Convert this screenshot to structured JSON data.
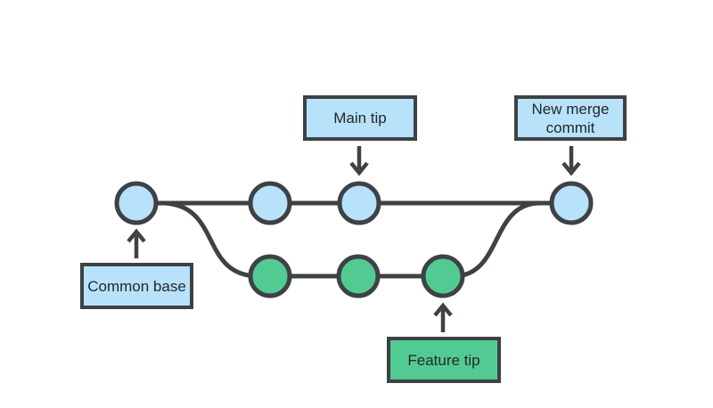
{
  "colors": {
    "background": "#ffffff",
    "line_stroke": "#3e4145",
    "text": "#24272b",
    "main_branch_fill": "#b7e2fa",
    "feature_branch_fill": "#52cb93"
  },
  "labels": {
    "main_tip": "Main tip",
    "new_merge_commit": "New merge commit",
    "common_base": "Common base",
    "feature_tip": "Feature tip"
  },
  "graph": {
    "main_branch_commit_count": 4,
    "feature_branch_commit_count": 3
  }
}
